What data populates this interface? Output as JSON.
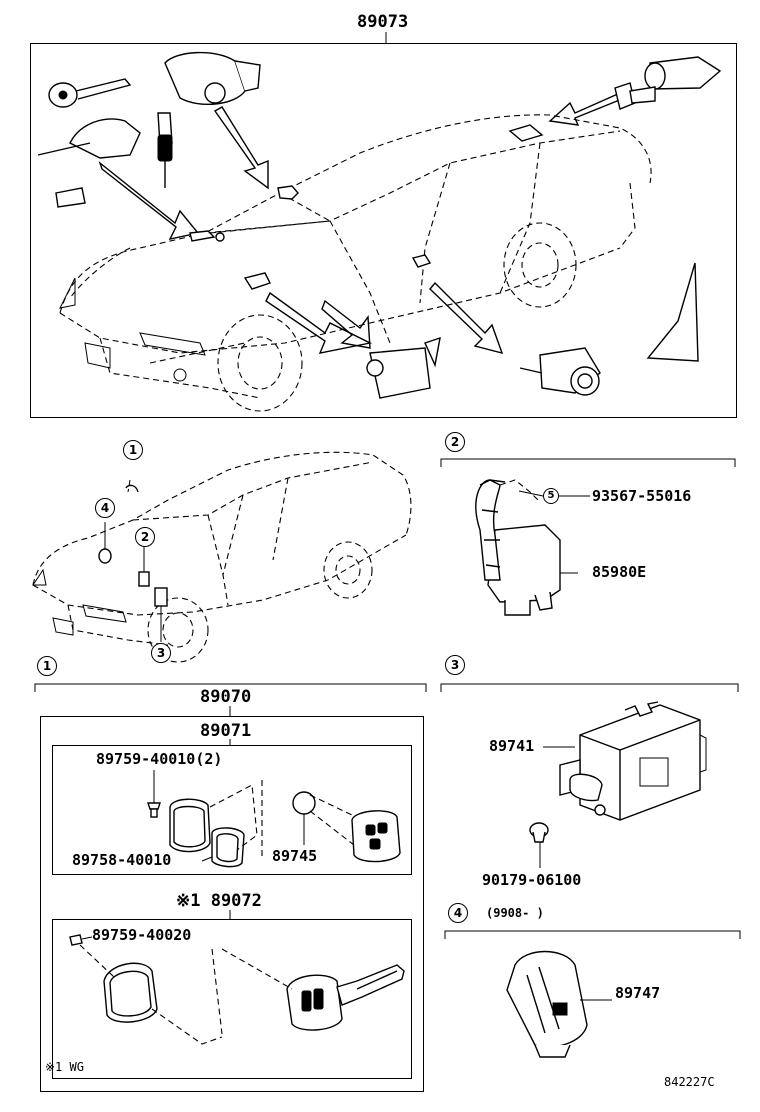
{
  "diagram": {
    "main_assembly": "89073",
    "sections": {
      "s1": {
        "num": "1"
      },
      "s2": {
        "num": "2"
      },
      "s3": {
        "num": "3"
      },
      "s4": {
        "num": "4",
        "range": "(9908-        )"
      }
    },
    "callouts": {
      "c1": "1",
      "c2": "2",
      "c3": "3",
      "c4": "4",
      "c5": "5"
    },
    "parts": {
      "p93567": "93567-55016",
      "p85980": "85980E",
      "p89070": "89070",
      "p89071": "89071",
      "p89759a": "89759-40010(2)",
      "p89758": "89758-40010",
      "p89745": "89745",
      "p89072": "※1 89072",
      "p89759b": "89759-40020",
      "p89741": "89741",
      "p90179": "90179-06100",
      "p89747": "89747"
    },
    "footnote": "※1 WG",
    "figure_code": "842227C"
  }
}
